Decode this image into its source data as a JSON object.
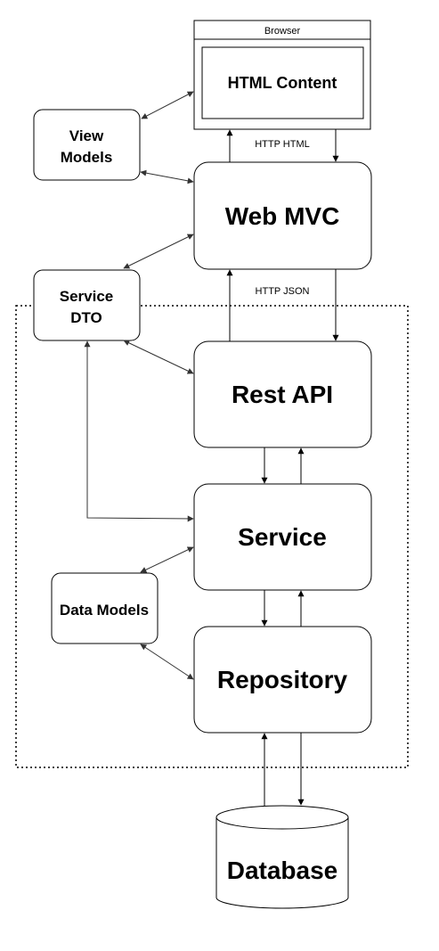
{
  "diagram": {
    "browser": {
      "title": "Browser",
      "content": "HTML Content"
    },
    "nodes": {
      "view_models": [
        "View",
        "Models"
      ],
      "service_dto": [
        "Service",
        "DTO"
      ],
      "web_mvc": "Web MVC",
      "rest_api": "Rest API",
      "service": "Service",
      "data_models": "Data Models",
      "repository": "Repository",
      "database": "Database"
    },
    "edge_labels": {
      "http_html": "HTTP HTML",
      "http_json": "HTTP JSON"
    }
  }
}
